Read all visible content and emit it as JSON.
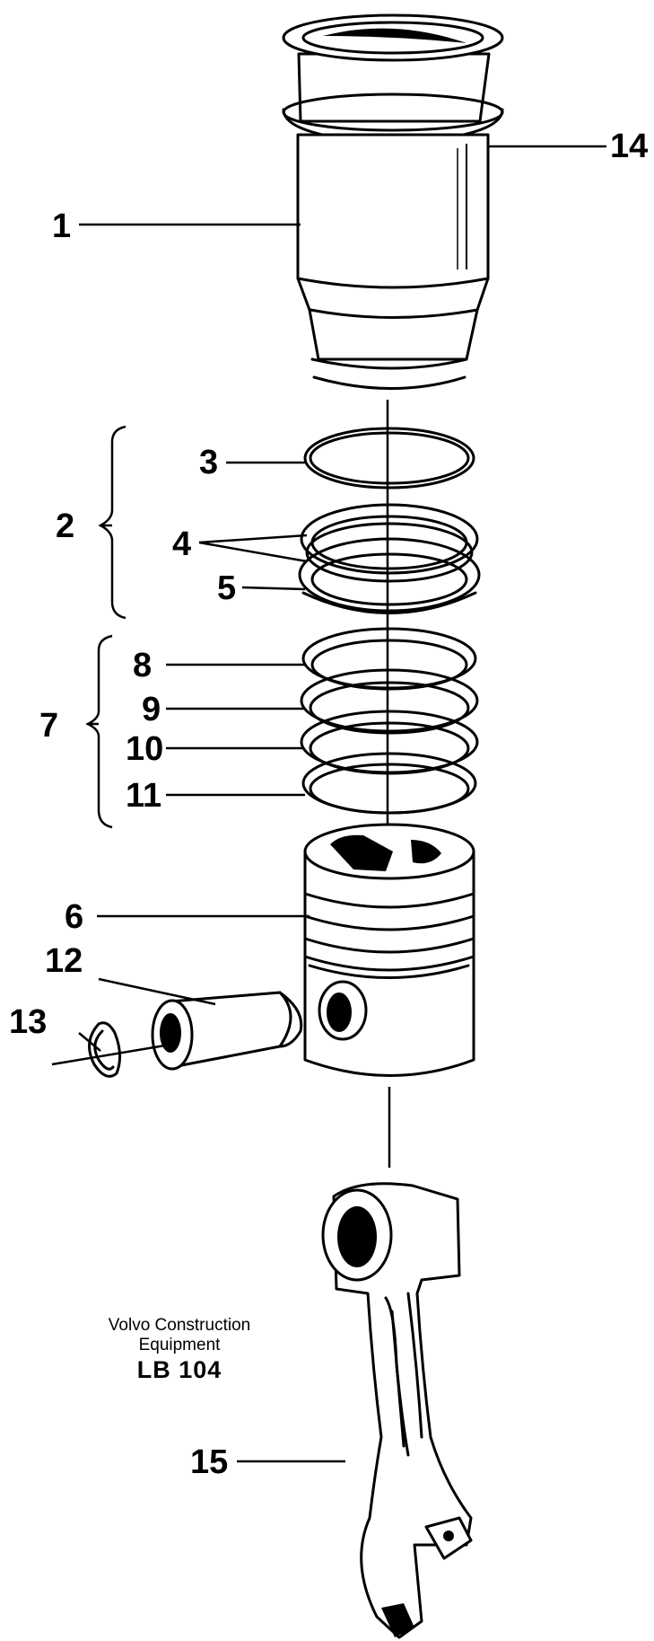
{
  "labels": {
    "n1": "1",
    "n2": "2",
    "n3": "3",
    "n4": "4",
    "n5": "5",
    "n6": "6",
    "n7": "7",
    "n8": "8",
    "n9": "9",
    "n10": "10",
    "n11": "11",
    "n12": "12",
    "n13": "13",
    "n14": "14",
    "n15": "15"
  },
  "caption": {
    "company": "Volvo Construction Equipment",
    "code": "LB 104"
  }
}
